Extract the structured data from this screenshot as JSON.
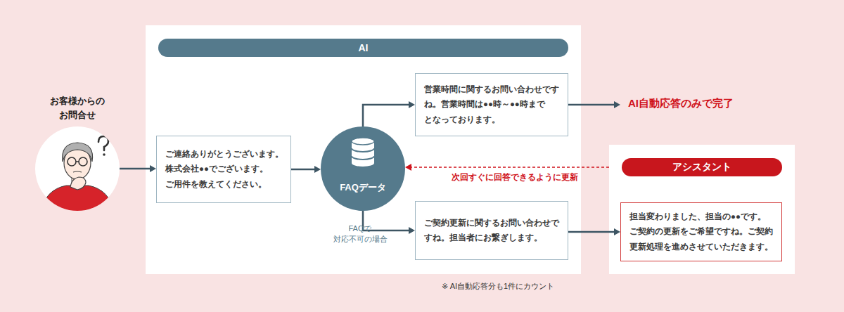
{
  "diagram": {
    "nodes": [
      {
        "text": [
          "お客様からの お問合せ"
        ]
      },
      {
        "text": [
          "AI"
        ]
      },
      {
        "text": [
          "ご連絡ありがとうございます。 株式会社●●でございます。 ご用件を教えてください。"
        ],
        "in": 1
      },
      {
        "text": [
          "FAQデータ"
        ],
        "in": 1
      },
      {
        "text": [
          "営業時間に関するお問い合わせです ね。営業時間は●●時～●●時まで となっております。"
        ],
        "in": 1
      },
      {
        "text": [
          "ご契約更新に関するお問い合わせで すね。担当者にお繋ぎします。"
        ],
        "in": 1
      },
      {
        "text": [
          "アシスタント"
        ]
      },
      {
        "text": [
          "担当変わりました、担当の●●です。 ご契約の更新をご希望ですね。ご契約 更新処理を進めさせていただきます。"
        ],
        "in": 6
      }
    ],
    "edges": [
      {
        "from": 0,
        "to": 2,
        "arrow": "to"
      },
      {
        "from": 2,
        "to": 3,
        "arrow": "to"
      },
      {
        "from": 3,
        "to": 4,
        "arrow": "to"
      },
      {
        "from": 3,
        "to": 5,
        "label": "FAQで 対応不可の場合",
        "arrow": "to"
      },
      {
        "from": 5,
        "to": 7,
        "arrow": "to"
      },
      {
        "from": 6,
        "to": 3,
        "label": "次回すぐに回答できるように更新",
        "arrow": "to"
      }
    ],
    "labels": [
      "AI自動応答のみで完了",
      "※ AI自動応答分も1件にカウント"
    ]
  }
}
